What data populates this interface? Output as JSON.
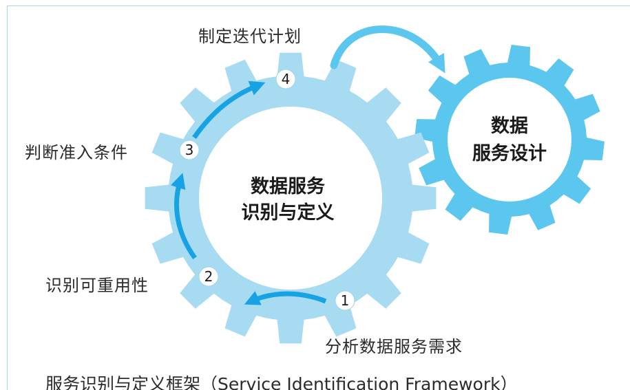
{
  "big_gear": {
    "title_line1": "数据服务",
    "title_line2": "识别与定义",
    "color": "#a7dbf2"
  },
  "small_gear": {
    "title_line1": "数据",
    "title_line2": "服务设计",
    "color": "#5cc7ee"
  },
  "steps": [
    {
      "number": "1",
      "label": "分析数据服务需求"
    },
    {
      "number": "2",
      "label": "识别可重用性"
    },
    {
      "number": "3",
      "label": "判断准入条件"
    },
    {
      "number": "4",
      "label": "制定迭代计划"
    }
  ],
  "caption": "服务识别与定义框架（Service Identification Framework）",
  "arrow_color": "#17a3e3"
}
